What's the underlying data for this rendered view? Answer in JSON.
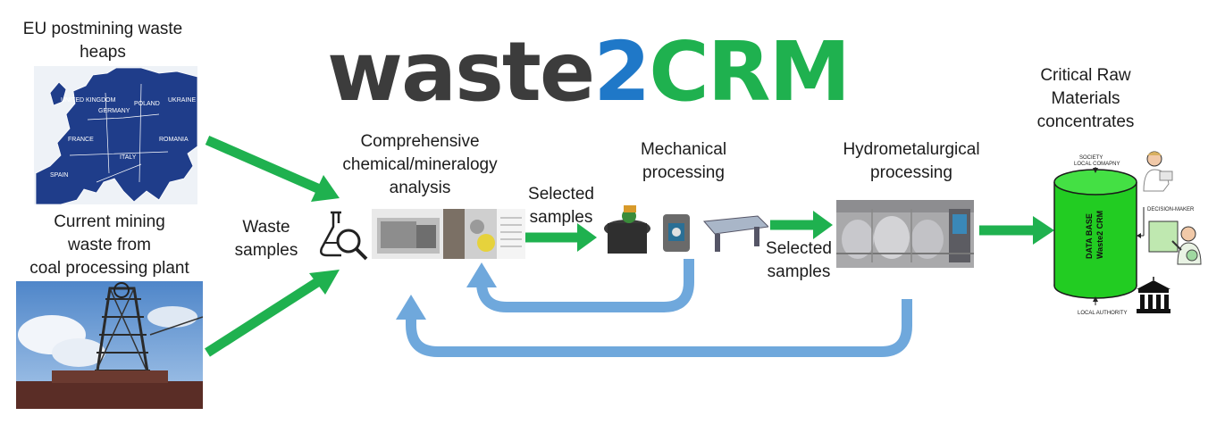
{
  "logo": {
    "part1": "waste",
    "part2": "2",
    "part3": "CRM",
    "colors": {
      "waste": "#3c3c3c",
      "two": "#1f78c8",
      "crm": "#1fb14f"
    }
  },
  "sources": {
    "eu_heaps": "EU postmining waste\nheaps",
    "current_mining": "Current mining\nwaste from\ncoal processing plant"
  },
  "map_labels": {
    "poland": "POLAND",
    "germany": "GERMANY",
    "france": "FRANCE",
    "spain": "SPAIN",
    "ukraine": "UKRAINE",
    "romania": "ROMANIA",
    "italy": "ITALY",
    "uk": "UNITED KINGDOM"
  },
  "flow": {
    "waste_samples": "Waste\nsamples",
    "analysis": "Comprehensive\nchemical/mineralogy\nanalysis",
    "selected_1": "Selected\nsamples",
    "mechanical": "Mechanical\nprocessing",
    "hydro": "Hydrometalurgical\nprocessing",
    "selected_2": "Selected\nsamples",
    "crm": "Critical Raw\nMaterials\nconcentrates"
  },
  "database": {
    "label_line1": "DATA BASE",
    "label_line2": "Waste2 CRM",
    "society": "SOCIETY",
    "local_company": "LOCAL COMAPNY",
    "decision_maker": "DECISION-MAKER",
    "local_authority": "LOCAL AUTHORITY"
  },
  "colors": {
    "green_arrow": "#1fb14f",
    "blue_arrow": "#6fa8dc",
    "map_blue": "#1f3d8a",
    "db_green": "#22cc22"
  }
}
